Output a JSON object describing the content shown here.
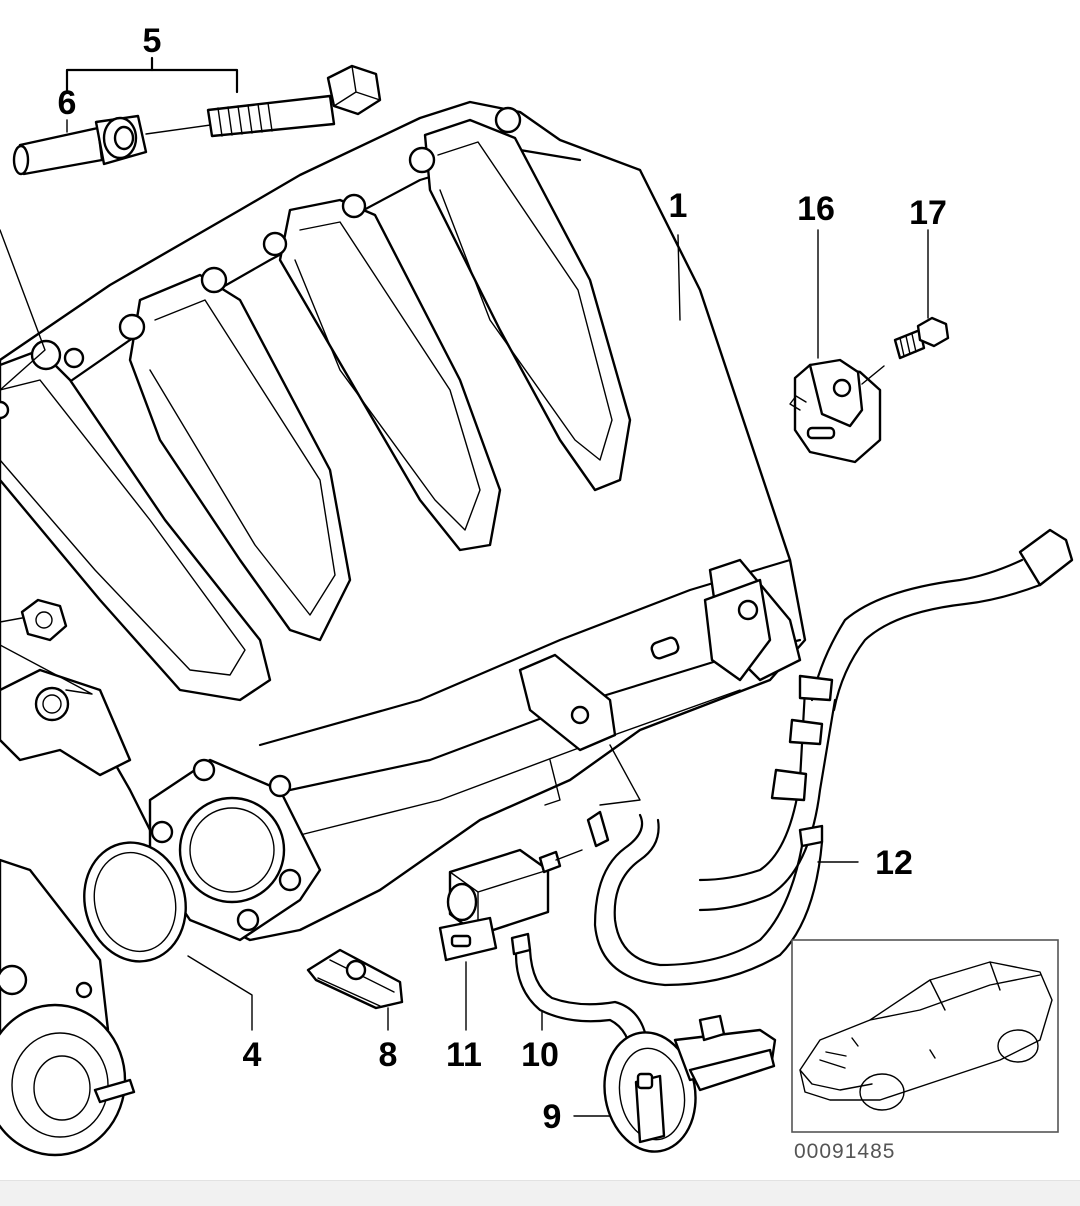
{
  "callouts": {
    "c1": "1",
    "c4": "4",
    "c5": "5",
    "c6": "6",
    "c8": "8",
    "c9": "9",
    "c10": "10",
    "c11": "11",
    "c12": "12",
    "c16": "16",
    "c17": "17"
  },
  "reference_code": "00091485",
  "colors": {
    "line": "#000000",
    "background": "#ffffff",
    "inset_border": "#555555",
    "footer": "#f1f1f1"
  }
}
